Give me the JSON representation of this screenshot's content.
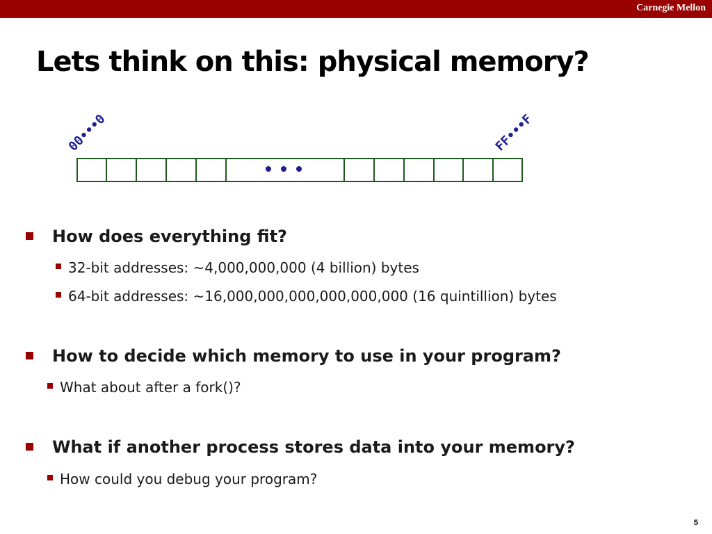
{
  "header": {
    "brand": "Carnegie Mellon"
  },
  "slide": {
    "title": "Lets think on this: physical memory?",
    "page_number": "5"
  },
  "diagram": {
    "low_address": "00•••0",
    "high_address": "FF•••F",
    "ellipsis": "• • •"
  },
  "bullets": [
    {
      "text": "How does everything fit?",
      "sub": [
        "32-bit addresses: ~4,000,000,000 (4 billion) bytes",
        "64-bit addresses: ~16,000,000,000,000,000,000 (16 quintillion) bytes"
      ]
    },
    {
      "text": "How to decide which memory to use in your program?",
      "sub": [
        "What about after a fork()?"
      ]
    },
    {
      "text": "What if another process stores data into your memory?",
      "sub": [
        "How could you debug your program?"
      ]
    }
  ],
  "colors": {
    "accent": "#990000",
    "diagram_line": "#1e5a1e",
    "address_text": "#1f1f8f"
  }
}
